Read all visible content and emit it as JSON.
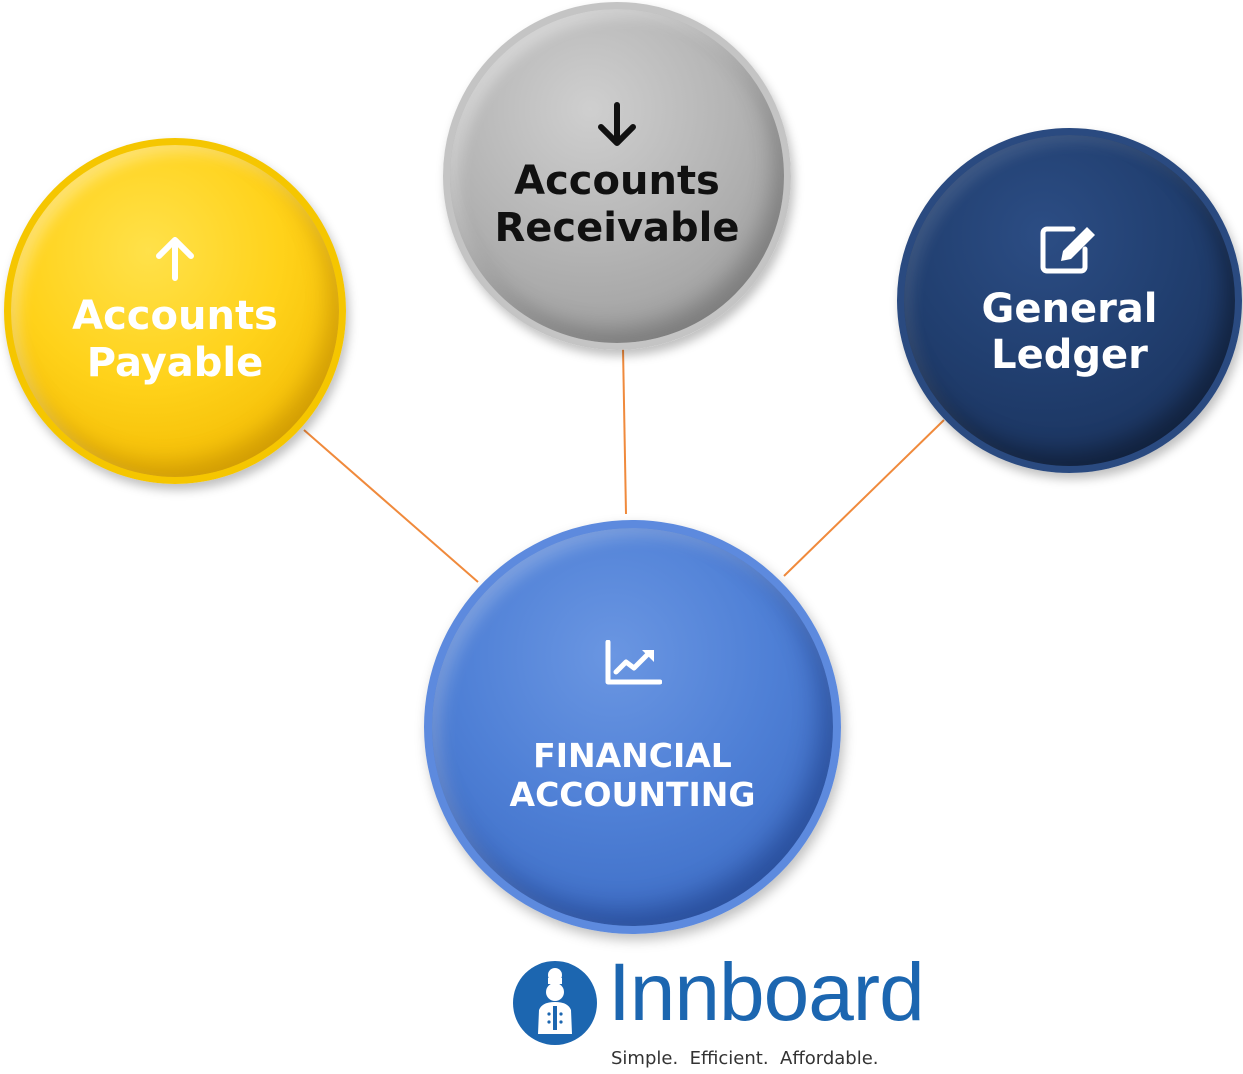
{
  "diagram": {
    "center": {
      "label": "FINANCIAL ACCOUNTING",
      "icon": "line-chart-icon",
      "color": "#4a7bd3"
    },
    "nodes": [
      {
        "key": "ap",
        "label": "Accounts Payable",
        "icon": "arrow-up-icon",
        "color": "#ffcc00",
        "text_color": "#ffffff"
      },
      {
        "key": "ar",
        "label": "Accounts Receivable",
        "icon": "arrow-down-icon",
        "color": "#b0b0b0",
        "text_color": "#111111"
      },
      {
        "key": "gl",
        "label": "General Ledger",
        "icon": "edit-icon",
        "color": "#213f70",
        "text_color": "#ffffff"
      }
    ],
    "connector_color": "#f08a3c"
  },
  "logo": {
    "wordmark": "Innboard",
    "tagline": "Simple.  Efficient.  Affordable.",
    "icon": "chef-icon",
    "color": "#1c66b0"
  }
}
